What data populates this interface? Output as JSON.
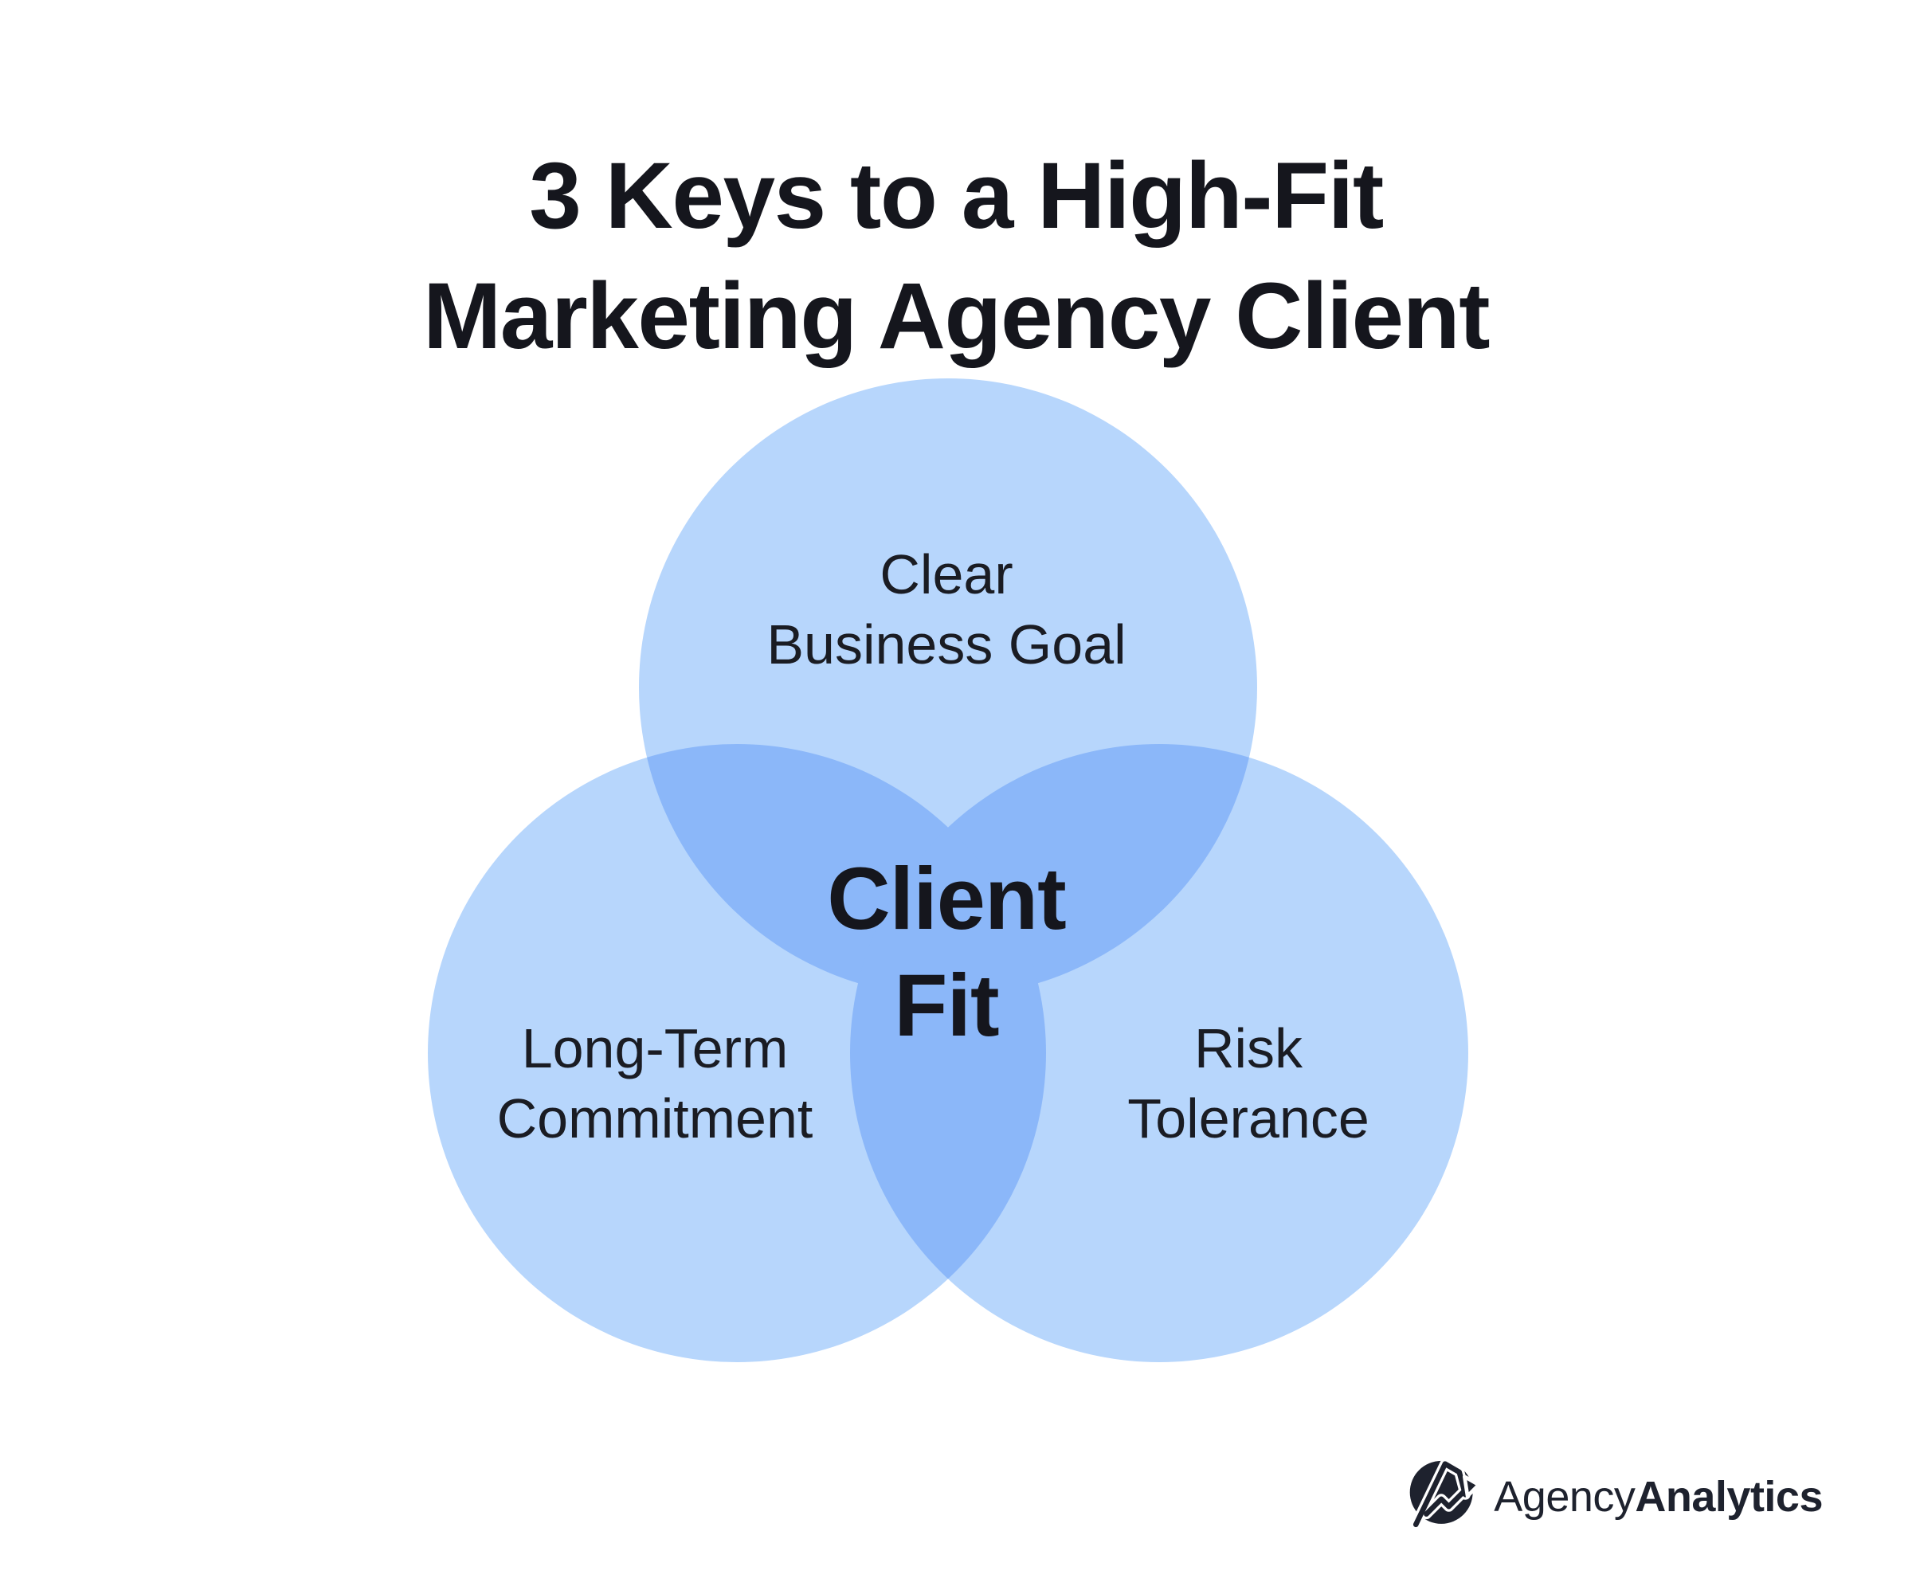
{
  "title": {
    "text": "3 Keys to a High-Fit\nMarketing Agency Client"
  },
  "diagram": {
    "type": "venn-3-circles",
    "center_label": "Client\nFit",
    "circles": [
      {
        "position": "top",
        "label": "Clear\nBusiness Goal"
      },
      {
        "position": "bottom-left",
        "label": "Long-Term\nCommitment"
      },
      {
        "position": "bottom-right",
        "label": "Risk\nTolerance"
      }
    ],
    "colors": {
      "circle_fill": "#B7D6FC",
      "overlap_fill": "#8BB7F9",
      "label_text": "#1A1C23",
      "title_text": "#15161D"
    }
  },
  "logo": {
    "brand_prefix": "Agency",
    "brand_suffix": "Analytics",
    "color": "#1E222E",
    "icon": "agency-analytics-a-arrow-mark"
  }
}
